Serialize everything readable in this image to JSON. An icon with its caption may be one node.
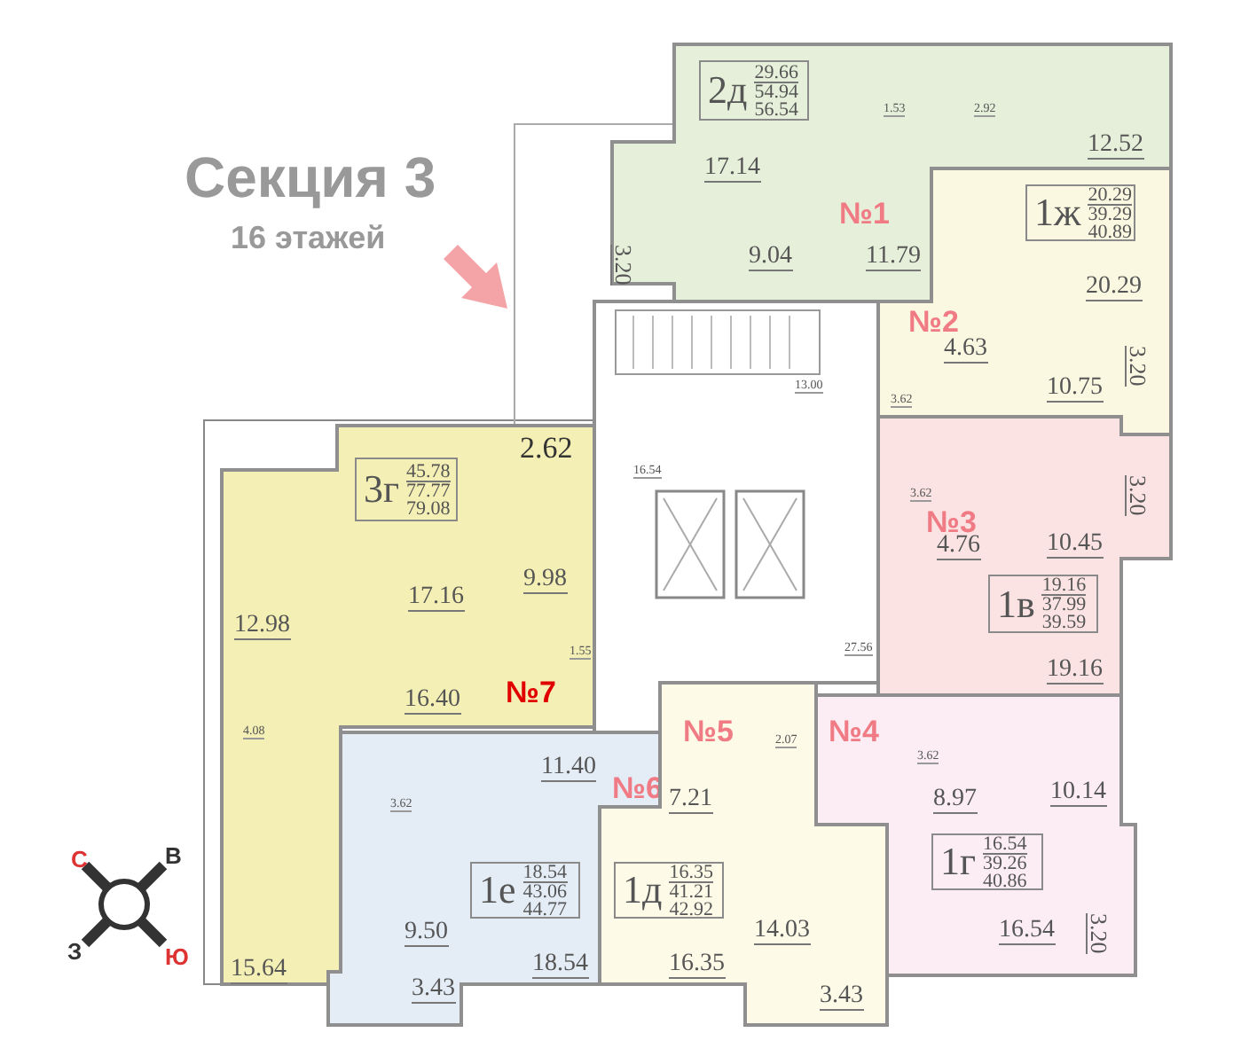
{
  "diagram": {
    "title": "Секция 3",
    "nodes": [
      {
        "text": [
          "17.14",
          "1.53",
          "2.92",
          "12.52",
          "№1",
          "9.04",
          "11.79",
          "3.20"
        ]
      },
      {
        "text": [
          "2д",
          "29.66",
          "54.94",
          "56.54"
        ],
        "in": 0
      },
      {
        "text": [
          "20.29",
          "№2",
          "4.63",
          "3.62",
          "10.75",
          "3.20"
        ]
      },
      {
        "text": [
          "1ж",
          "20.29",
          "39.29",
          "40.89"
        ],
        "in": 2
      },
      {
        "text": [
          "13.00",
          "16.54",
          "27.56"
        ]
      },
      {
        "text": [
          "3.62",
          "№3",
          "4.76",
          "10.45",
          "3.20",
          "19.16"
        ]
      },
      {
        "text": [
          "1в",
          "19.16",
          "37.99",
          "39.59"
        ],
        "in": 5
      },
      {
        "text": [
          "2.62",
          "9.98",
          "17.16",
          "12.98",
          "1.55",
          "№7",
          "16.40",
          "4.08",
          "15.64"
        ]
      },
      {
        "text": [
          "3г",
          "45.78",
          "77.77",
          "79.08"
        ],
        "in": 7
      },
      {
        "text": [
          "11.40",
          "№6",
          "3.62",
          "9.50",
          "18.54",
          "3.43"
        ]
      },
      {
        "text": [
          "1е",
          "18.54",
          "43.06",
          "44.77"
        ],
        "in": 9
      },
      {
        "text": [
          "№5",
          "2.07",
          "7.21",
          "14.03",
          "16.35",
          "3.43"
        ]
      },
      {
        "text": [
          "1д",
          "16.35",
          "41.21",
          "42.92"
        ],
        "in": 11
      },
      {
        "text": [
          "№4",
          "3.62",
          "8.97",
          "10.14",
          "16.54",
          "3.20"
        ]
      },
      {
        "text": [
          "1г",
          "16.54",
          "39.26",
          "40.86"
        ],
        "in": 13
      }
    ],
    "edges": [],
    "labels": [
      "16 этажей",
      "С",
      "В",
      "З",
      "Ю"
    ]
  }
}
